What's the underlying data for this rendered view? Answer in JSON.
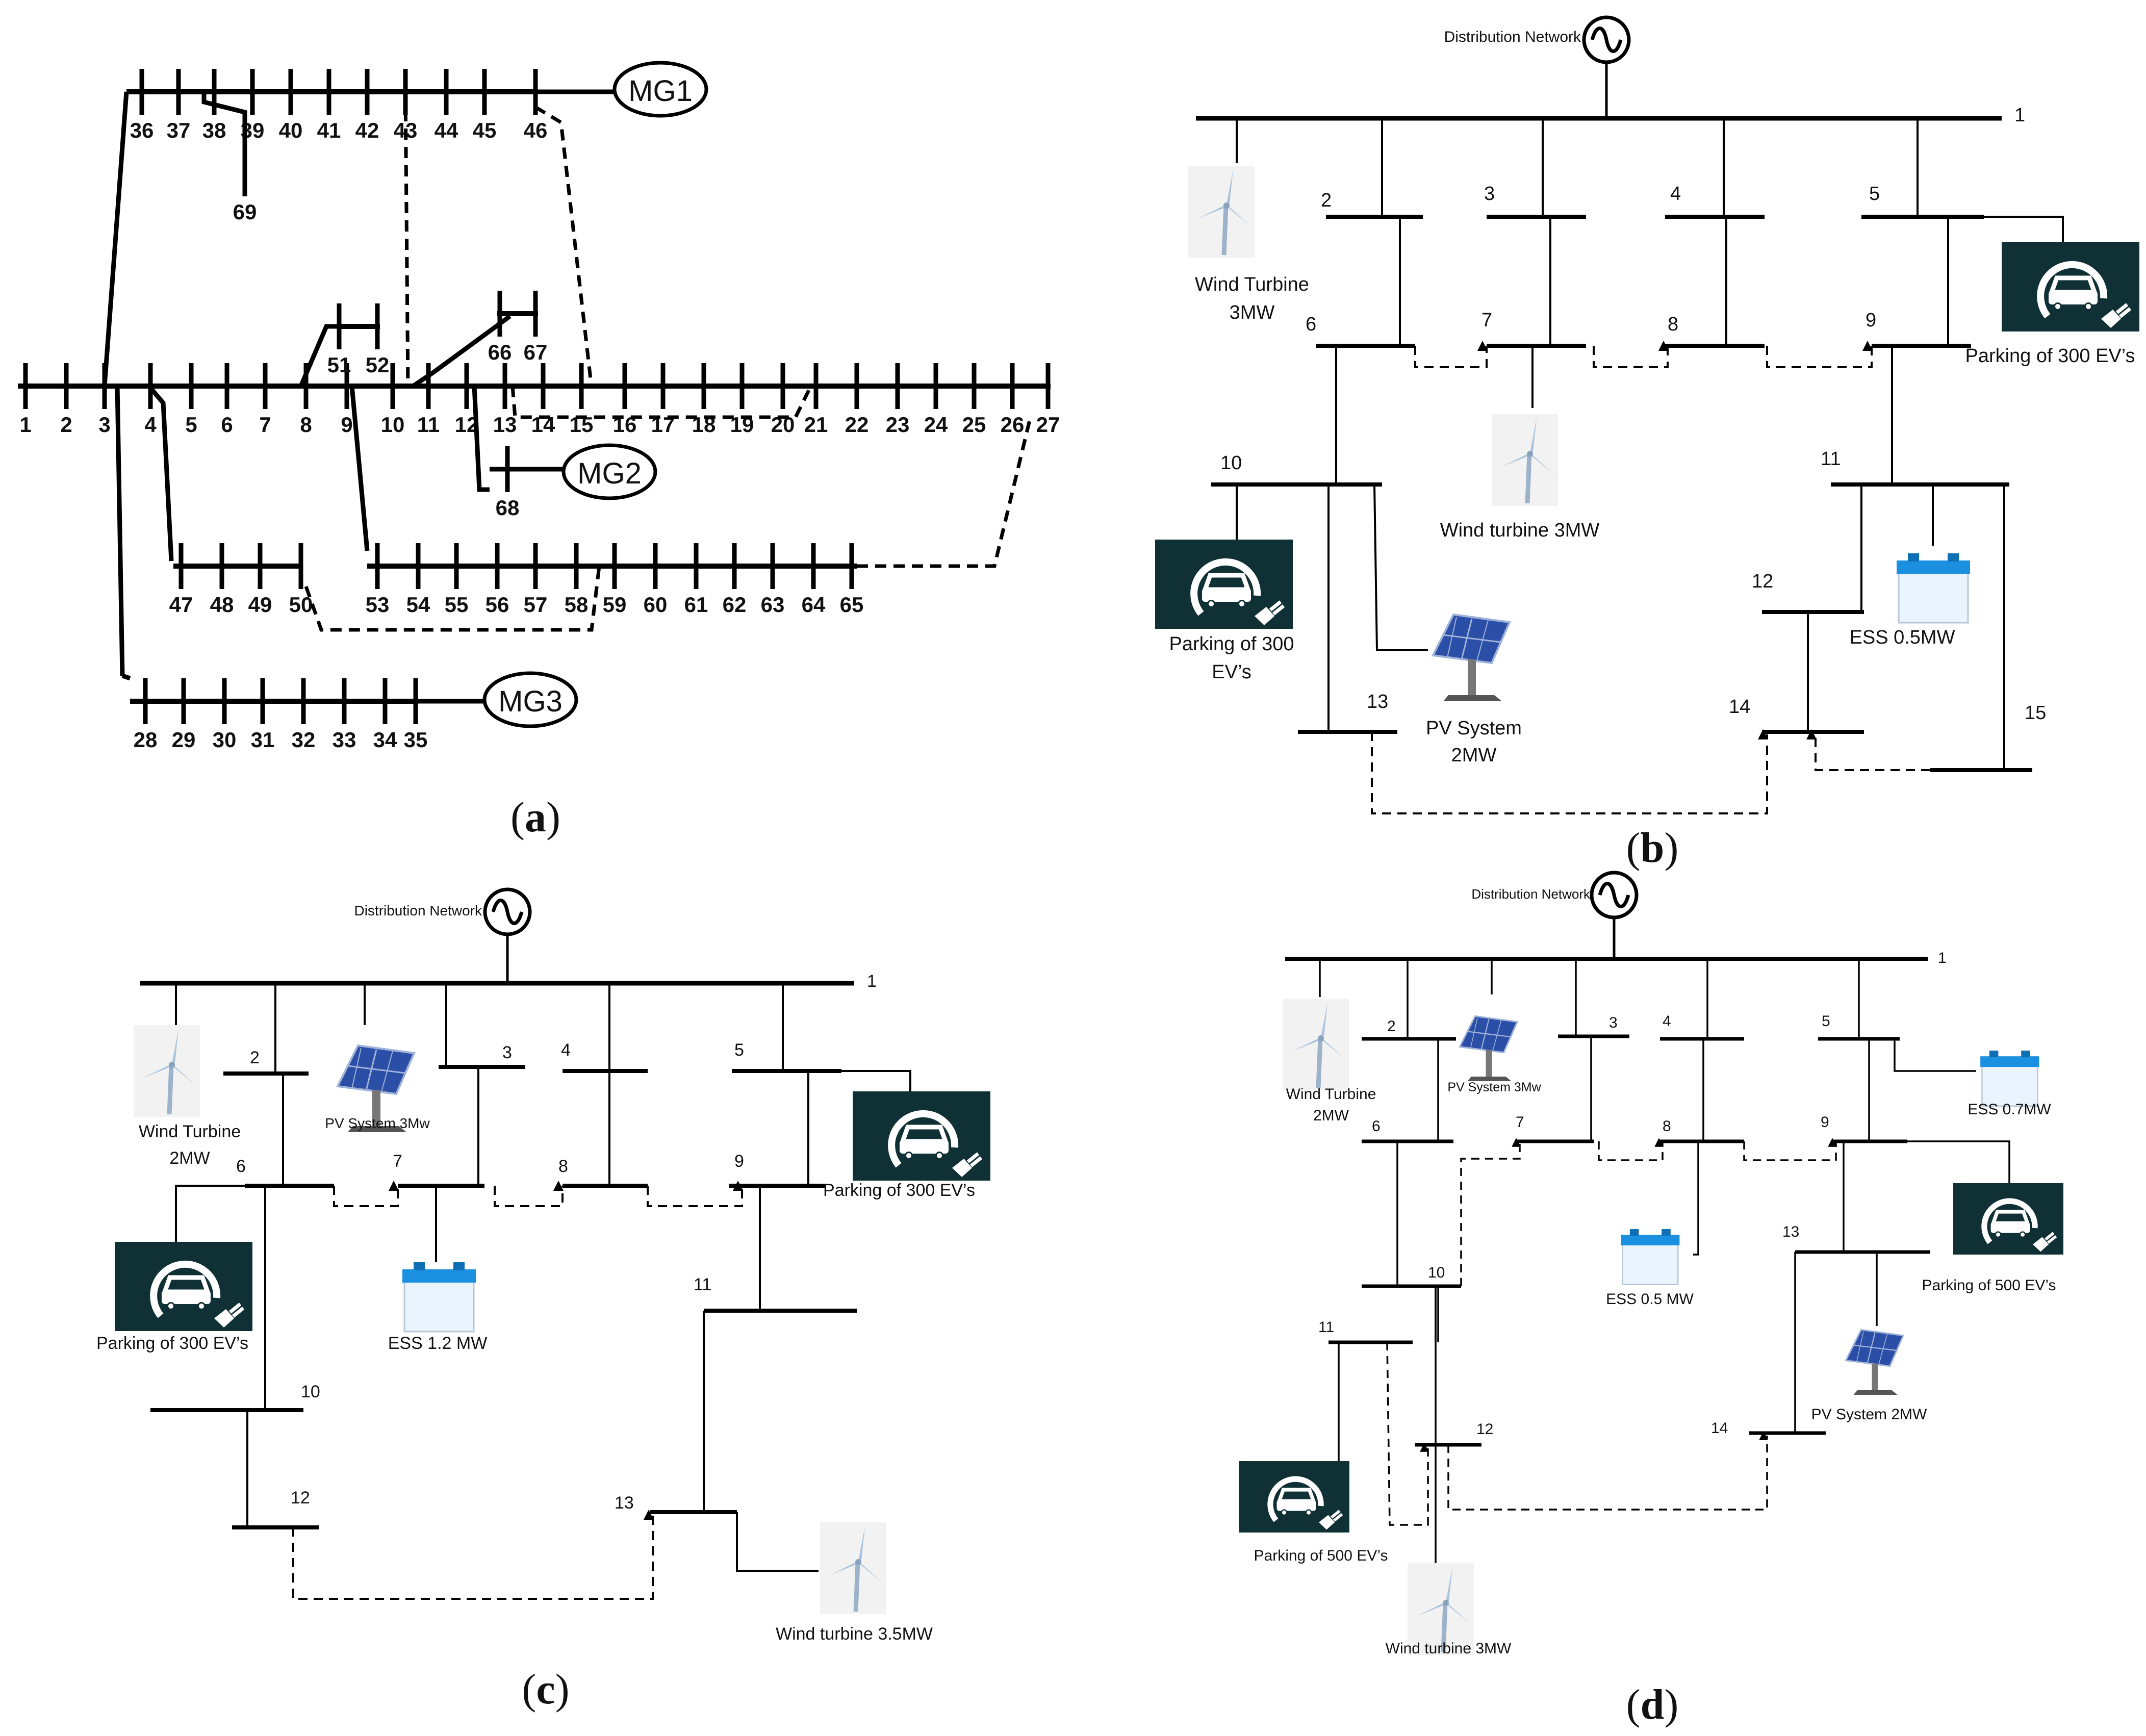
{
  "panels": {
    "a": {
      "caption_letter": "a",
      "mg1": "MG1",
      "mg2": "MG2",
      "mg3": "MG3"
    },
    "b": {
      "caption_letter": "b",
      "source": "Distribution Network",
      "wind1_l1": "Wind Turbine",
      "wind1_l2": "3MW",
      "wind2": "Wind turbine 3MW",
      "park1": "Parking of 300 EV’s",
      "park2_l1": "Parking of 300",
      "park2_l2": "EV’s",
      "pv_l1": "PV System",
      "pv_l2": "2MW",
      "ess": "ESS 0.5MW"
    },
    "c": {
      "caption_letter": "c",
      "source": "Distribution Network",
      "wind1_l1": "Wind Turbine",
      "wind1_l2": "2MW",
      "pv": "PV System 3Mw",
      "park1": "Parking of 300 EV’s",
      "park2": "Parking of 300 EV’s",
      "ess": "ESS 1.2 MW",
      "wind2": "Wind turbine 3.5MW"
    },
    "d": {
      "caption_letter": "d",
      "source": "Distribution Network",
      "wind1_l1": "Wind Turbine",
      "wind1_l2": "2MW",
      "pv1": "PV System 3Mw",
      "ess1": "ESS 0.7MW",
      "ess2": "ESS 0.5 MW",
      "park1": "Parking of 500 EV’s",
      "pv2": "PV System 2MW",
      "park2": "Parking of 500 EV’s",
      "wind2": "Wind turbine 3MW"
    }
  },
  "icons": {
    "wind": "wind-turbine-icon",
    "pv": "solar-panel-icon",
    "ev": "ev-charging-icon",
    "ess": "battery-icon",
    "ac": "ac-source-icon"
  }
}
